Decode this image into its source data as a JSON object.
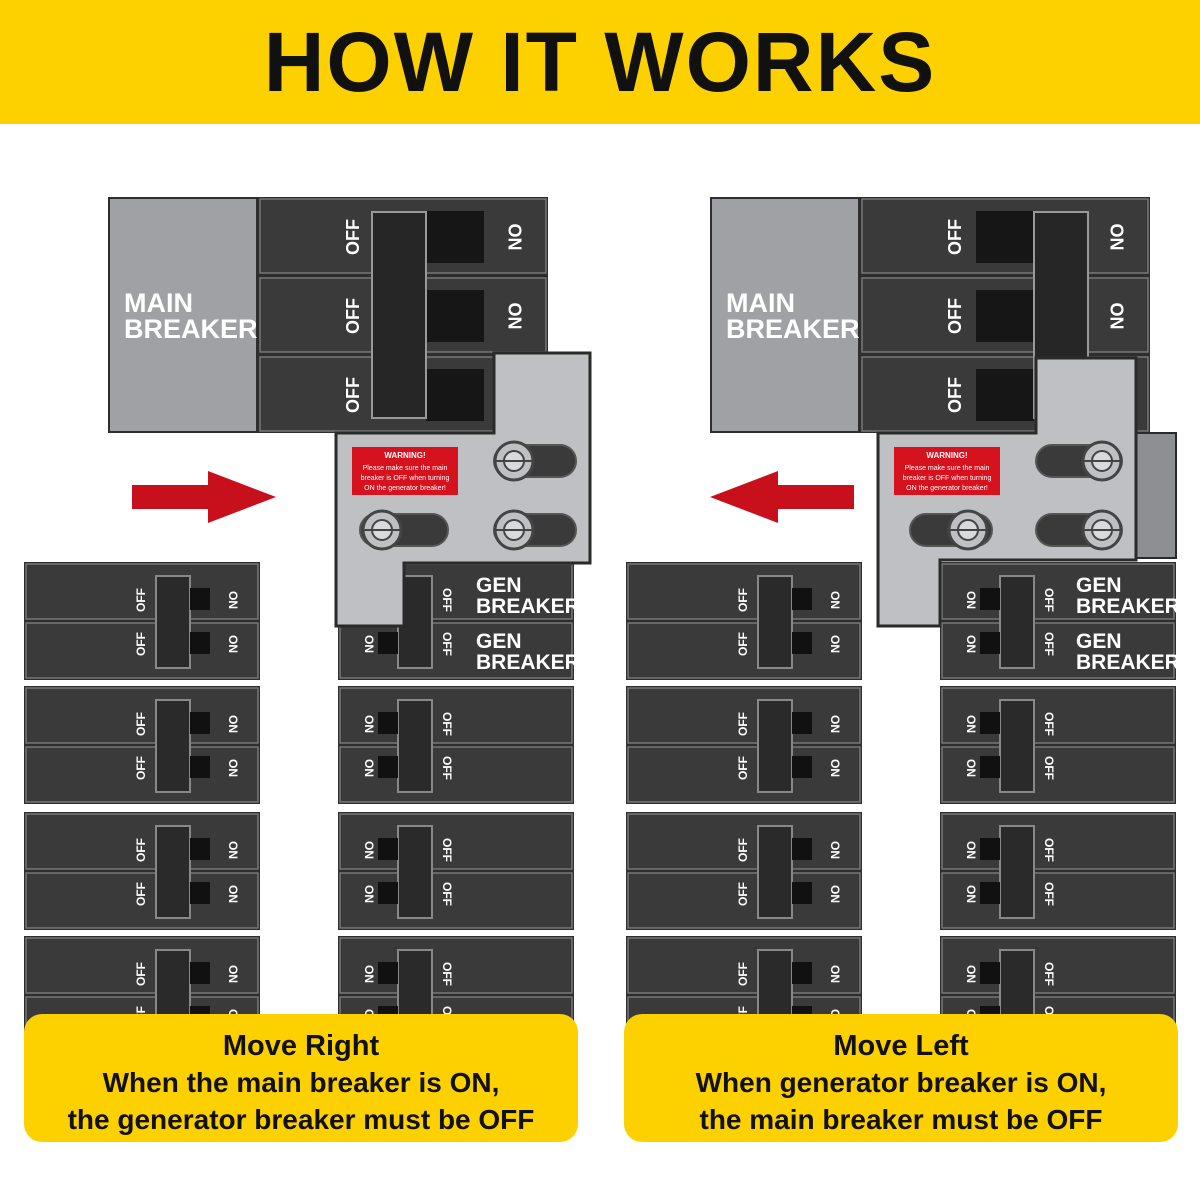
{
  "header": {
    "title": "HOW IT WORKS"
  },
  "colors": {
    "banner": "#FDD000",
    "arrow": "#C8101C",
    "breaker": "#3A3A3A",
    "main_panel": "#A0A1A4",
    "plate": "#BFC0C3",
    "warning": "#D7121F"
  },
  "labels": {
    "main_breaker_1": "MAIN",
    "main_breaker_2": "BREAKER",
    "gen_1": "GEN",
    "gen_2": "BREAKER",
    "off": "OFF",
    "on": "ON"
  },
  "warning": {
    "title": "WARNING!",
    "line1": "Please make sure the main",
    "line2": "breaker is OFF when turning",
    "line3": "ON the generator breaker!"
  },
  "panels": [
    {
      "direction": "right",
      "caption": {
        "title": "Move Right",
        "line1": "When the main breaker is ON,",
        "line2": "the generator breaker must be OFF"
      }
    },
    {
      "direction": "left",
      "caption": {
        "title": "Move Left",
        "line1": "When generator breaker is ON,",
        "line2": "the main breaker must be OFF"
      }
    }
  ]
}
